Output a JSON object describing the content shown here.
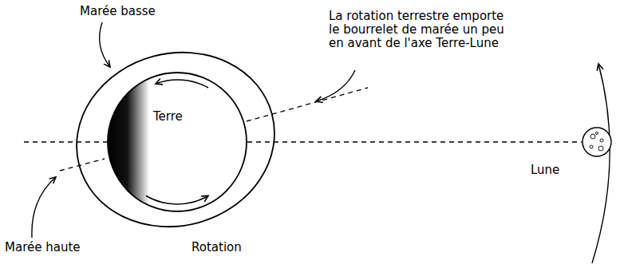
{
  "diagram": {
    "nodes": [
      {
        "text": [
          "Terre"
        ]
      },
      {
        "text": [
          "Lune"
        ]
      }
    ],
    "edges": [
      {
        "from": 0,
        "to": 1,
        "arrow": "none"
      }
    ],
    "labels": [
      "Marée basse",
      "La rotation terrestre emporte le bourrelet de marée un peu en avant de l'axe Terre-Lune",
      "Marée haute",
      "Rotation"
    ]
  }
}
